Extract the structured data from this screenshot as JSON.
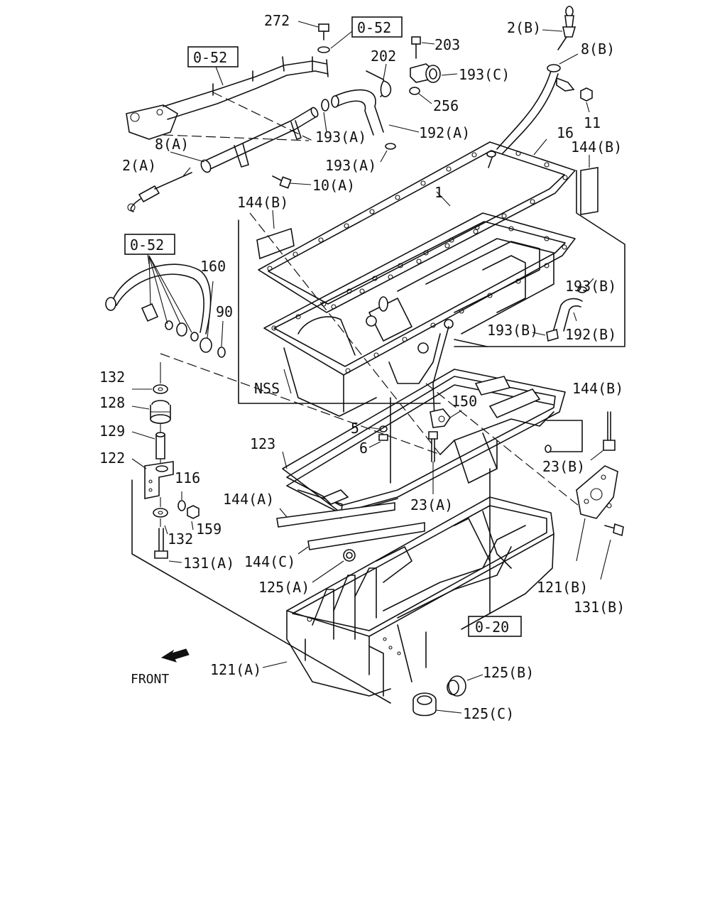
{
  "ref_boxes": [
    "0-52",
    "0-52",
    "0-52",
    "0-20"
  ],
  "labels": {
    "l272": "272",
    "l203": "203",
    "l2B": "2(B)",
    "l8B": "8(B)",
    "l202": "202",
    "l193C": "193(C)",
    "l256": "256",
    "l11": "11",
    "l193A1": "193(A)",
    "l192A": "192(A)",
    "l8A": "8(A)",
    "l193A2": "193(A)",
    "l2A": "2(A)",
    "l10A": "10(A)",
    "l16": "16",
    "l144B1": "144(B)",
    "l144B2": "144(B)",
    "l1": "1",
    "l160": "160",
    "l90": "90",
    "l193B1": "193(B)",
    "l193B2": "193(B)",
    "l192B": "192(B)",
    "lNSS": "NSS",
    "l132a": "132",
    "l128": "128",
    "l129": "129",
    "l122": "122",
    "l144B3": "144(B)",
    "l150": "150",
    "l5": "5",
    "l6": "6",
    "l123": "123",
    "l116": "116",
    "l23B": "23(B)",
    "l144A": "144(A)",
    "l23A": "23(A)",
    "l132b": "132",
    "l159": "159",
    "l131A": "131(A)",
    "l144C": "144(C)",
    "l125A": "125(A)",
    "l121B": "121(B)",
    "l131B": "131(B)",
    "l121A": "121(A)",
    "l125B": "125(B)",
    "l125C": "125(C)",
    "front": "FRONT"
  },
  "icons": {
    "front_arrow": "front-arrow-icon"
  }
}
